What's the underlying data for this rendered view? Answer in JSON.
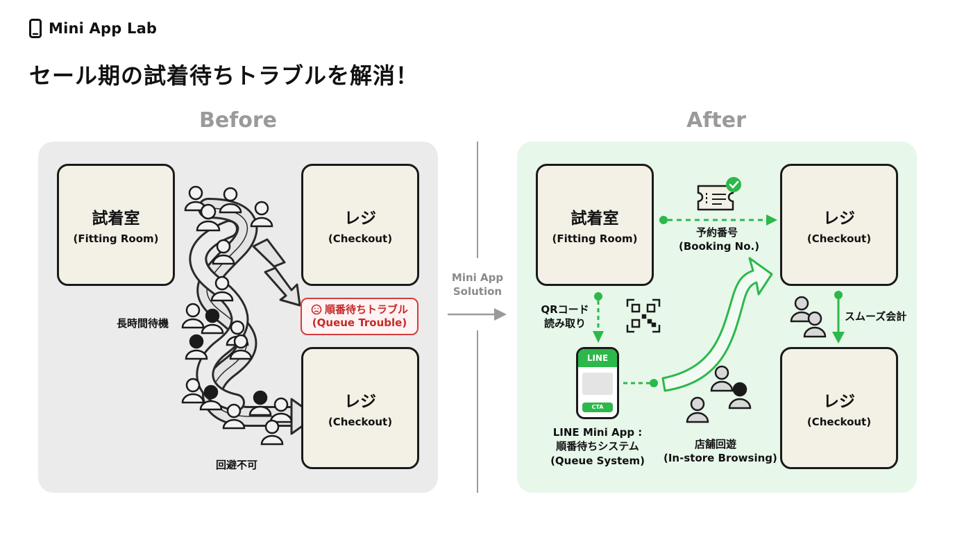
{
  "brand": {
    "name": "Mini App Lab",
    "icon": "smartphone-icon"
  },
  "title": "セール期の試着待ちトラブルを解消！",
  "before": {
    "label": "Before",
    "fitting_room": {
      "title": "試着室",
      "sub": "(Fitting Room)"
    },
    "checkout_top": {
      "title": "レジ",
      "sub": "(Checkout)"
    },
    "checkout_bottom": {
      "title": "レジ",
      "sub": "(Checkout)"
    },
    "long_wait": "長時間待機",
    "no_browsing": "回避不可",
    "trouble": {
      "line1": "順番待ちトラブル",
      "line2": "(Queue Trouble)",
      "icon": "sad-face-icon"
    }
  },
  "divider": {
    "line1": "Mini App",
    "line2": "Solution"
  },
  "after": {
    "label": "After",
    "fitting_room": {
      "title": "試着室",
      "sub": "(Fitting Room)"
    },
    "checkout_top": {
      "title": "レジ",
      "sub": "(Checkout)"
    },
    "checkout_bottom": {
      "title": "レジ",
      "sub": "(Checkout)"
    },
    "booking": {
      "line1": "予約番号",
      "line2": "(Booking No.)"
    },
    "qr": {
      "line1": "QRコード",
      "line2": "読み取り"
    },
    "smooth": "スムーズ会計",
    "phone": {
      "header": "LINE",
      "cta": "CTA"
    },
    "mini_app": {
      "line1": "LINE Mini App :",
      "line2": "順番待ちシステム",
      "line3": "(Queue System)"
    },
    "browsing": {
      "line1": "店舗回遊",
      "line2": "(In-store Browsing)"
    }
  },
  "colors": {
    "green": "#2cb84a",
    "red": "#d23c3c",
    "box_fill": "#f3f0e6",
    "panel_before": "#ebebeb",
    "panel_after": "#e7f7ea"
  }
}
